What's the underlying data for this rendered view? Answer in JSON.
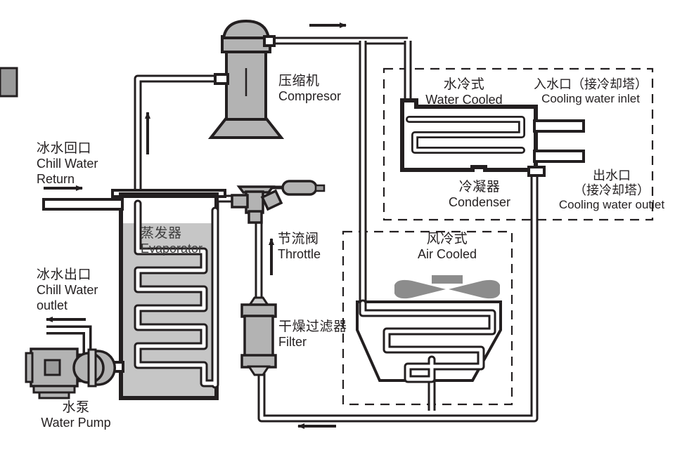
{
  "diagram": {
    "title": "Chiller refrigeration cycle schematic",
    "type": "process-flow-diagram"
  },
  "labels": {
    "chill_water_return": {
      "cn": "冰水回口",
      "en_line1": "Chill Water",
      "en_line2": "Return"
    },
    "chill_water_outlet": {
      "cn": "冰水出口",
      "en_line1": "Chill Water",
      "en_line2": "outlet"
    },
    "water_pump": {
      "cn": "水泵",
      "en": "Water Pump"
    },
    "evaporator": {
      "cn": "蒸发器",
      "en": "Evaporator"
    },
    "compressor": {
      "cn": "压缩机",
      "en": "Compresor"
    },
    "throttle": {
      "cn": "节流阀",
      "en": "Throttle"
    },
    "filter": {
      "cn": "干燥过滤器",
      "en": "Filter"
    },
    "water_cooled": {
      "cn": "水冷式",
      "en": "Water Cooled"
    },
    "cooling_water_inlet": {
      "cn": "入水口（接冷却塔）",
      "en": "Cooling water inlet"
    },
    "condenser": {
      "cn": "冷凝器",
      "en": "Condenser"
    },
    "cooling_water_outlet": {
      "cn1": "出水口",
      "cn2": "（接冷却塔）",
      "en": "Cooling water outlet"
    },
    "air_cooled": {
      "cn": "风冷式",
      "en": "Air Cooled"
    }
  },
  "colors": {
    "line": "#231f20",
    "tank_fill": "#c6c6c6",
    "tank_air": "#ffffff",
    "body_gray": "#b3b3b3",
    "body_gray_dark": "#9a9a9a",
    "body_gray_light": "#cccccc",
    "fan_gray": "#8c8c8c",
    "text": "#231f20",
    "text_evap": "#3c3c3c",
    "background": "#ffffff"
  },
  "flow_arrows": [
    {
      "name": "chill-water-return-arrow",
      "direction": "right"
    },
    {
      "name": "chill-water-outlet-arrow",
      "direction": "left"
    },
    {
      "name": "suction-line-arrow",
      "direction": "up"
    },
    {
      "name": "discharge-line-arrow",
      "direction": "right"
    },
    {
      "name": "liquid-line-arrow",
      "direction": "up"
    },
    {
      "name": "return-line-arrow",
      "direction": "left"
    }
  ]
}
